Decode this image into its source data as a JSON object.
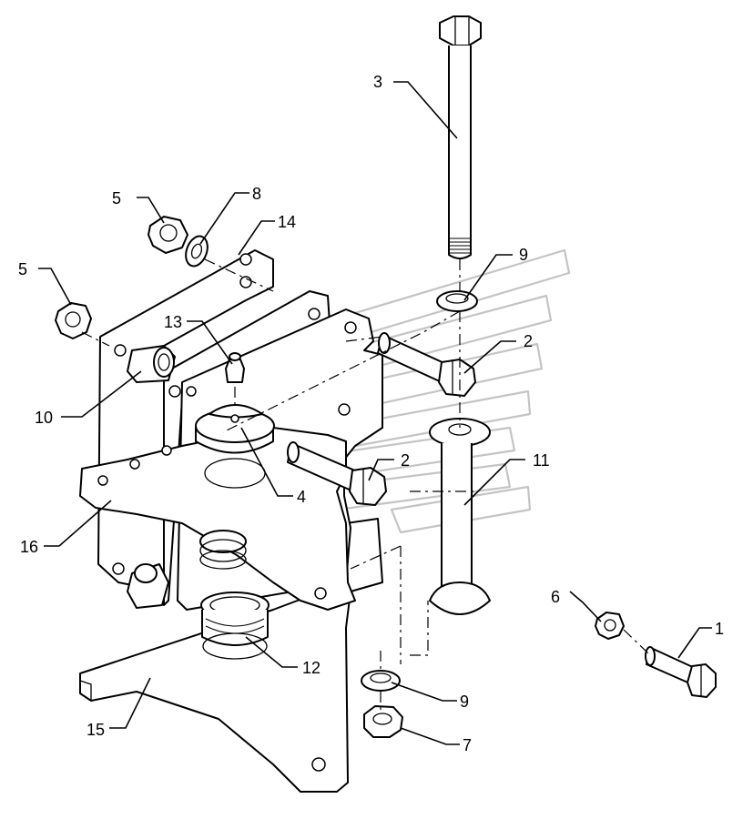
{
  "callouts": [
    {
      "id": "c1",
      "label": "1"
    },
    {
      "id": "c2a",
      "label": "2"
    },
    {
      "id": "c2b",
      "label": "2"
    },
    {
      "id": "c3",
      "label": "3"
    },
    {
      "id": "c4",
      "label": "4"
    },
    {
      "id": "c5a",
      "label": "5"
    },
    {
      "id": "c5b",
      "label": "5"
    },
    {
      "id": "c6",
      "label": "6"
    },
    {
      "id": "c7",
      "label": "7"
    },
    {
      "id": "c8",
      "label": "8"
    },
    {
      "id": "c9a",
      "label": "9"
    },
    {
      "id": "c9b",
      "label": "9"
    },
    {
      "id": "c10",
      "label": "10"
    },
    {
      "id": "c11",
      "label": "11"
    },
    {
      "id": "c12",
      "label": "12"
    },
    {
      "id": "c13",
      "label": "13"
    },
    {
      "id": "c14",
      "label": "14"
    },
    {
      "id": "c15",
      "label": "15"
    },
    {
      "id": "c16",
      "label": "16"
    }
  ],
  "colors": {
    "line": "#000000",
    "watermark": "#c4c4c4",
    "background": "#ffffff"
  },
  "watermark_visible": true
}
